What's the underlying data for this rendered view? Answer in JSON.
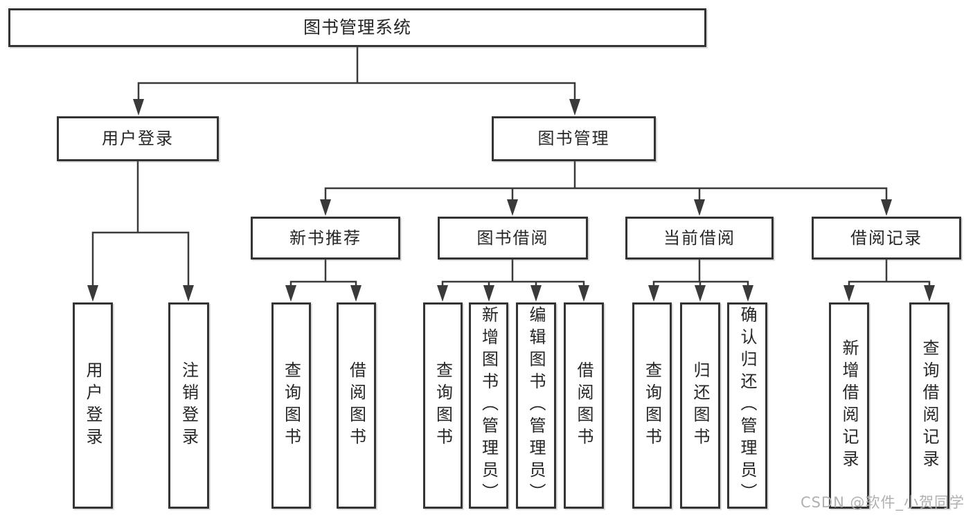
{
  "diagram": {
    "nodes": {
      "root": {
        "label": "图书管理系统"
      },
      "user_login": {
        "label": "用户登录"
      },
      "book_mgmt": {
        "label": "图书管理"
      },
      "ul_login": {
        "label": "用户登录"
      },
      "ul_logout": {
        "label": "注销登录"
      },
      "new_rec": {
        "label": "新书推荐"
      },
      "borrow": {
        "label": "图书借阅"
      },
      "current": {
        "label": "当前借阅"
      },
      "records": {
        "label": "借阅记录"
      },
      "nr_query": {
        "label": "查询图书"
      },
      "nr_borrow": {
        "label": "借阅图书"
      },
      "bb_query": {
        "label": "查询图书"
      },
      "bb_add": {
        "label": "新增图书（管理员）"
      },
      "bb_edit": {
        "label": "编辑图书（管理员）"
      },
      "bb_borrow": {
        "label": "借阅图书"
      },
      "cb_query": {
        "label": "查询图书"
      },
      "cb_return": {
        "label": "归还图书"
      },
      "cb_confirm": {
        "label": "确认归还（管理员）"
      },
      "br_add": {
        "label": "新增借阅记录"
      },
      "br_query": {
        "label": "查询借阅记录"
      }
    }
  },
  "watermark": "CSDN @软件_小贺同学",
  "colors": {
    "line": "#3a3a3a",
    "border": "#343434",
    "text": "#262626",
    "watermark": "#b0b0b0",
    "background": "#ffffff"
  }
}
